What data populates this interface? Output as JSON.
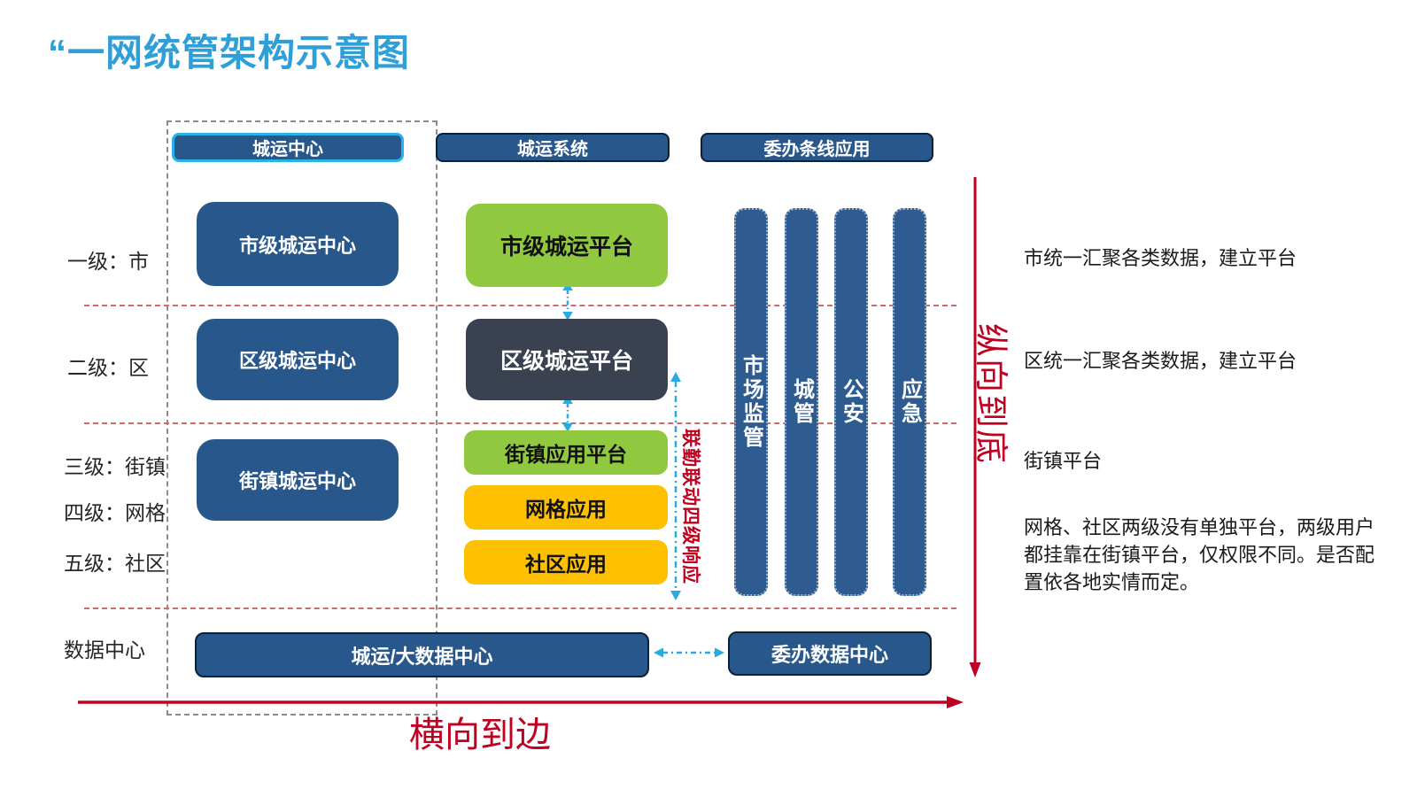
{
  "page": {
    "title": "“一网统管架构示意图"
  },
  "headers": {
    "center": "城运中心",
    "system": "城运系统",
    "apps": "委办条线应用"
  },
  "levels": [
    {
      "label": "一级：市"
    },
    {
      "label": "二级：区"
    },
    {
      "label": "三级：街镇"
    },
    {
      "label": "四级：网格"
    },
    {
      "label": "五级：社区"
    },
    {
      "label": "数据中心"
    }
  ],
  "center_column": {
    "boxes": [
      {
        "label": "市级城运中心"
      },
      {
        "label": "区级城运中心"
      },
      {
        "label": "街镇城运中心"
      }
    ]
  },
  "system_column": {
    "boxes": [
      {
        "label": "市级城运平台",
        "color": "#90C83F"
      },
      {
        "label": "区级城运平台",
        "color": "#3A4150"
      },
      {
        "label": "街镇应用平台",
        "color": "#90C83F"
      },
      {
        "label": "网格应用",
        "color": "#FEC101"
      },
      {
        "label": "社区应用",
        "color": "#FEC101"
      }
    ]
  },
  "app_bars": [
    {
      "label": "市场监管"
    },
    {
      "label": "城管"
    },
    {
      "label": "公安"
    },
    {
      "label": "应急"
    }
  ],
  "data_row": {
    "left": "城运/大数据中心",
    "right": "委办数据中心"
  },
  "flow_labels": {
    "linkage": "联勤联动四级响应",
    "vertical": "纵向到底",
    "horizontal": "横向到边"
  },
  "annotations": [
    {
      "text": "市统一汇聚各类数据，建立平台"
    },
    {
      "text": "区统一汇聚各类数据，建立平台"
    },
    {
      "text": "街镇平台"
    },
    {
      "text": "网格、社区两级没有单独平台，两级用户都挂靠在街镇平台，仅权限不同。是否配置依各地实情而定。"
    }
  ],
  "colors": {
    "accent_blue": "#2F9FD8",
    "box_blue": "#27578B",
    "green": "#90C83F",
    "yellow": "#FEC101",
    "slate": "#3A4150",
    "cyan_arrow": "#29ABE2",
    "red": "#C00020",
    "separator_red": "#D06A6A",
    "bar_blue": "#2E5C90"
  }
}
